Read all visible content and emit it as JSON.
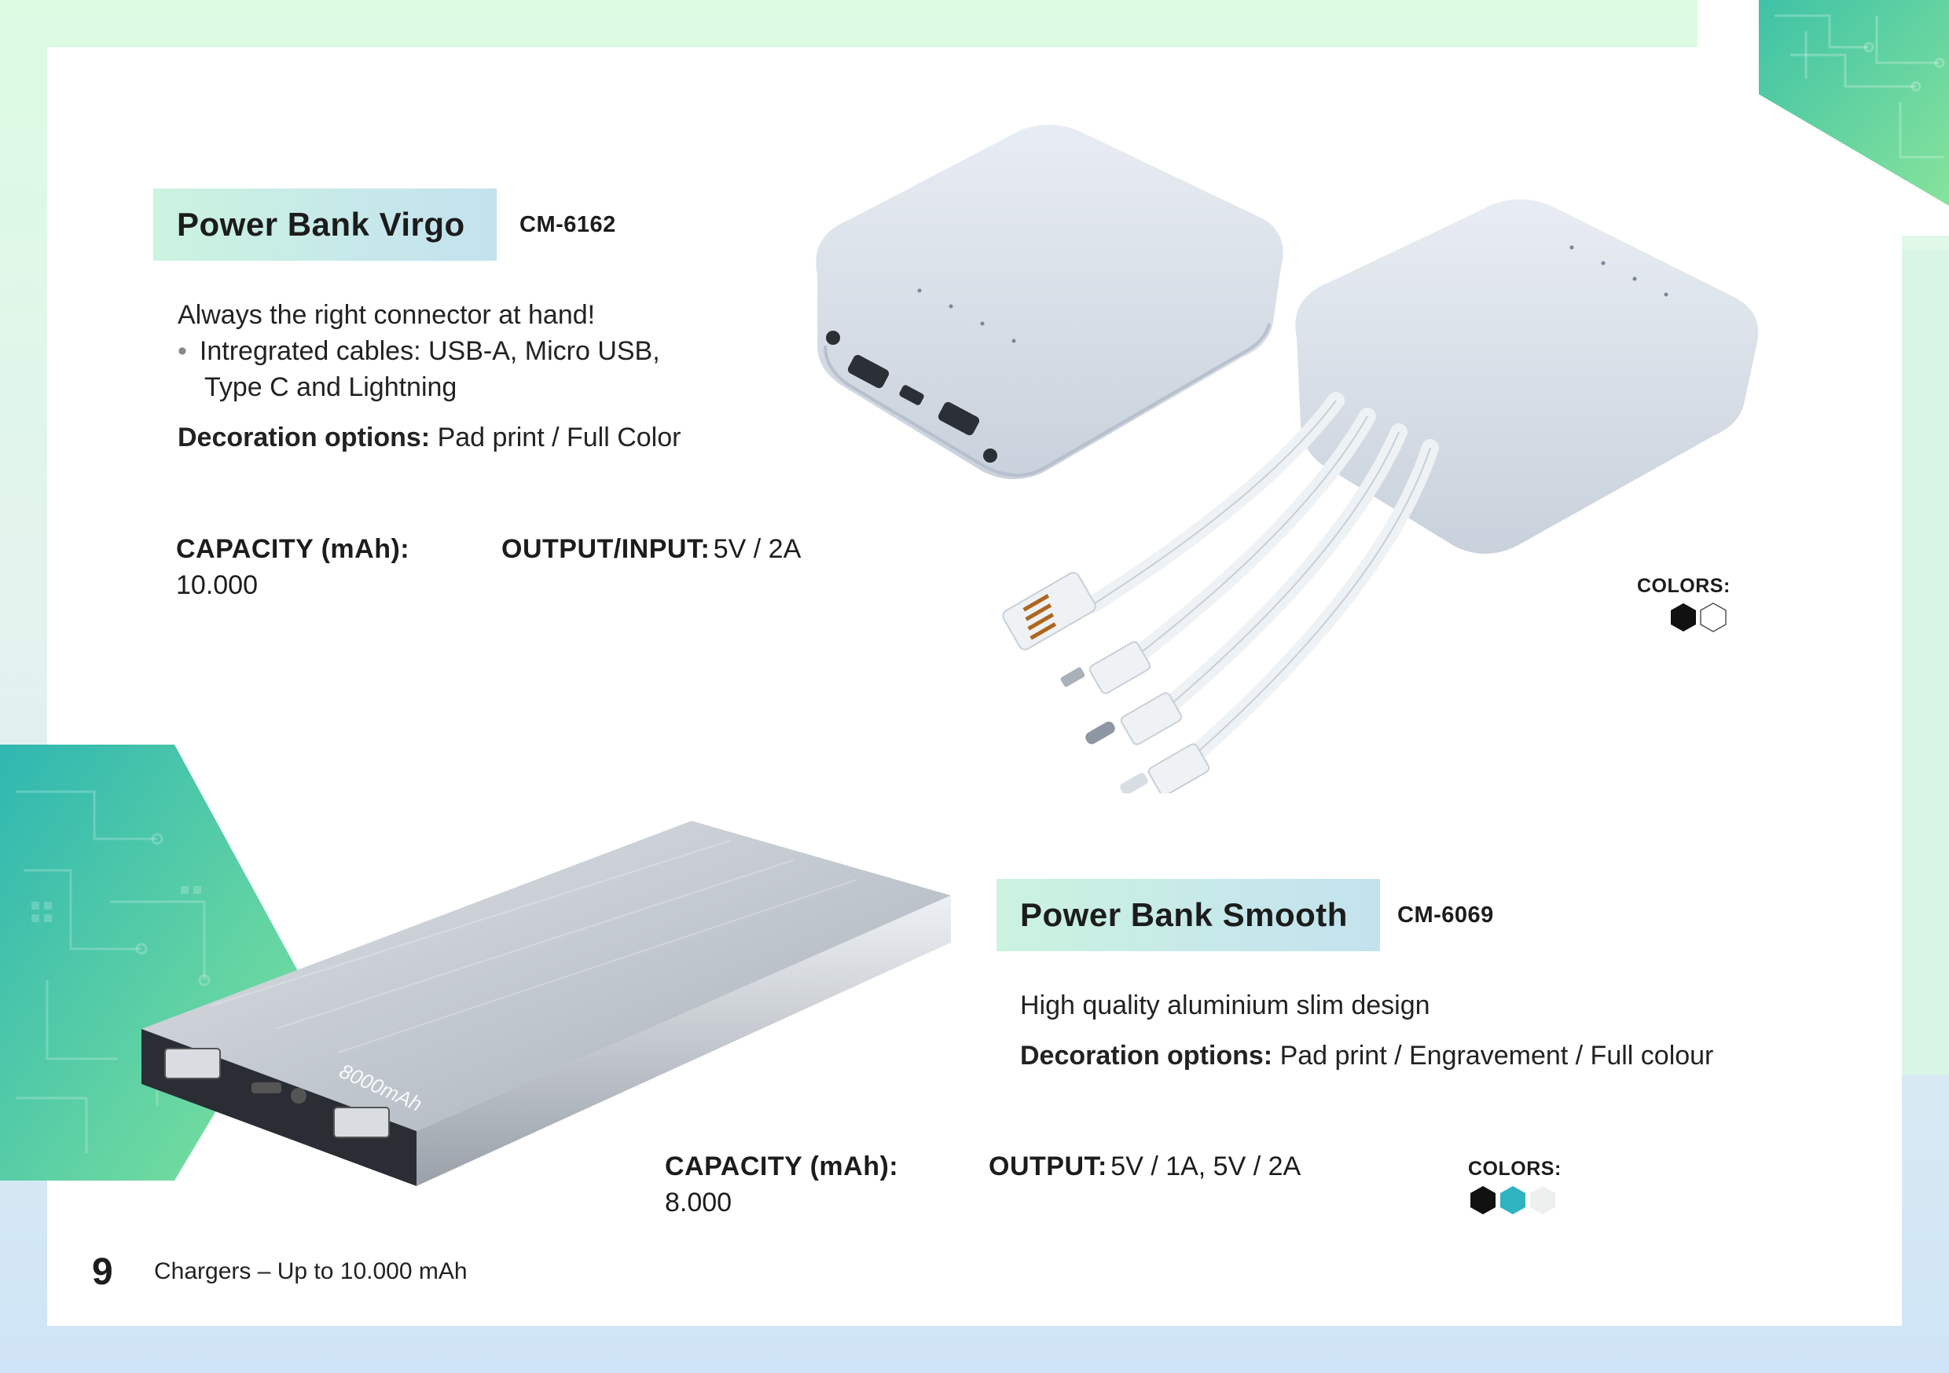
{
  "product1": {
    "title": "Power Bank Virgo",
    "code": "CM-6162",
    "intro": "Always the right connector at hand!",
    "bullet_line1": "Intregrated cables: USB-A, Micro USB,",
    "bullet_line2": "Type C and Lightning",
    "deco_label": "Decoration options:",
    "deco_value": "Pad print / Full Color",
    "capacity_label": "CAPACITY (mAh):",
    "capacity_value": "10.000",
    "output_label": "OUTPUT/INPUT:",
    "output_value": "5V / 2A",
    "colors_label": "COLORS:",
    "colors": [
      "#111111",
      "#ffffff"
    ]
  },
  "product2": {
    "title": "Power Bank Smooth",
    "code": "CM-6069",
    "intro": "High quality aluminium slim design",
    "deco_label": "Decoration options:",
    "deco_value": "Pad print / Engravement / Full colour",
    "capacity_label": "CAPACITY (mAh):",
    "capacity_value": "8.000",
    "output_label": "OUTPUT:",
    "output_value": "5V / 1A, 5V / 2A",
    "colors_label": "COLORS:",
    "colors": [
      "#111111",
      "#2fb3bf",
      "#eef0f0"
    ],
    "device_label": "8000mAh"
  },
  "footer": {
    "page_number": "9",
    "text": "Chargers – Up to 10.000 mAh"
  },
  "theme": {
    "title_bg_start": "#cbf3df",
    "title_bg_end": "#c3e2ee",
    "deco_green": "#6fdc9a",
    "deco_teal": "#33b8b0"
  }
}
